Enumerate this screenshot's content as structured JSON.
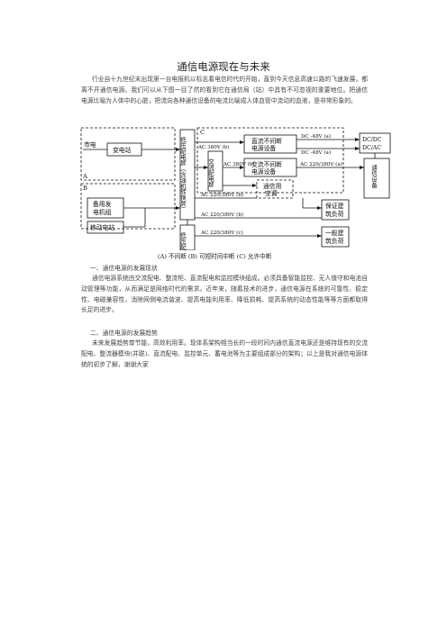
{
  "document": {
    "title": "通信电源现在与未来",
    "intro": "行业自十九世纪末出现第一台电报机以标志着电信时代的开始，直到今天信息高速公路的飞速发展，都离不开通信电源。我们可以从下图一目了然的看到它在通信局（站）中具有不可忽视的重要地位。把通信电源比喻为人体中的心脏，把流向各种通信设备的电流比喻成人体血管中流动的血液，是非常形象的。",
    "section1_heading": "一、通信电源的发展现状",
    "section1_body": "通信电源系统由交流配电、整流柜、直流配电和监控模块组成。必须具备智能监控、无人值守和电池自动管理等功能，从而满足是网络时代的需求。近年来，随着技术的进步，通信电源在系统的可靠性、稳定性、电磁兼容性，消除网侧电流谐波、提高电能利用率、降低损耗、提高系统的动态性能等等方面都取得长足的进步。",
    "section2_heading": "二、通信电源的发展趋势",
    "section2_body": "未来发展趋势尊节能，高效利用率。现体系架构相当长的一段时间内通信直流电源还是维持现有的交流配电、整流器模块(并联)、直流配电、监控单元、蓄电池等为主要组成部分的架构；以上是我对通信电源体统的初步了解，谢谢大家"
  },
  "figure": {
    "labels": {
      "mains": "市电",
      "substation": "变电站",
      "group_a": "A",
      "group_b": "B",
      "group_c": "C",
      "backup_gen_line1": "备用发",
      "backup_gen_line2": "电机组",
      "mobile_station": "移动电站",
      "lv_switch_1": "低压配电屏（含油机转换屏）",
      "lv_switch_2": "低压配电屏",
      "ac_panel": "交流配电屏",
      "rect1_line1": "直流不间断",
      "rect1_line2": "电源设备",
      "rect2_line1": "交流不间断",
      "rect2_line2": "电源设备",
      "ac_unit_line1": "通信用",
      "ac_unit_line2": "空调",
      "dcdc": "DC/DC",
      "dcac": "DC/AC",
      "comm_equipment": "通信设备",
      "critical_load_line1": "保证建",
      "critical_load_line2": "筑负荷",
      "general_load_line1": "一般建",
      "general_load_line2": "筑负荷",
      "ac_380_b_1": "AC  380V (b)",
      "ac_380_b_2": "AC  380V (b)",
      "dc_48_a_1": "DC   -48V (a)",
      "dc_48_a_2": "DC   -48V (a)",
      "ac_220_380_a": "AC  220/380V (a)",
      "ac_220_380_b_1": "AC 220/380V (b)",
      "ac_220_380_b_2": "AC 220/380V (b)",
      "ac_220_380_c": "AC 220/380V (c)"
    },
    "caption": "(A) 不间断    (B) 可短时间中断    (C) 允许中断"
  }
}
